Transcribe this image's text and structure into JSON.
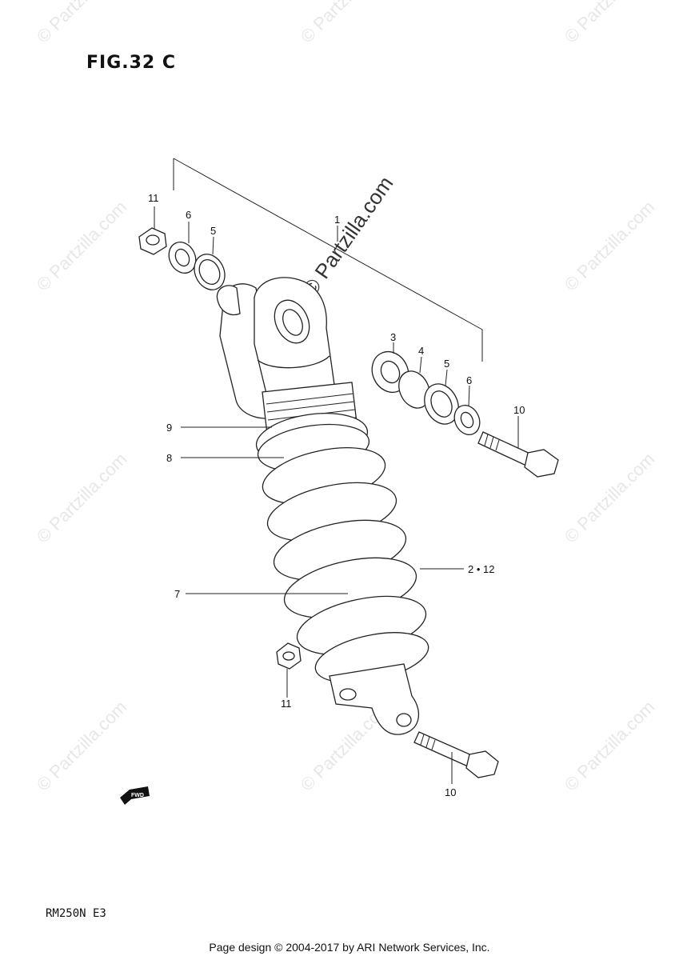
{
  "figure": {
    "title": "FIG.32 C"
  },
  "model_code": "RM250N E3",
  "footer": "Page design © 2004-2017 by ARI Network Services, Inc.",
  "watermark": "© Partzilla.com",
  "fwd_badge": "FWD",
  "callouts": [
    {
      "id": "1",
      "label": "1"
    },
    {
      "id": "2-12",
      "label": "2 • 12"
    },
    {
      "id": "3",
      "label": "3"
    },
    {
      "id": "4",
      "label": "4"
    },
    {
      "id": "5a",
      "label": "5"
    },
    {
      "id": "5b",
      "label": "5"
    },
    {
      "id": "6a",
      "label": "6"
    },
    {
      "id": "6b",
      "label": "6"
    },
    {
      "id": "7",
      "label": "7"
    },
    {
      "id": "8",
      "label": "8"
    },
    {
      "id": "9",
      "label": "9"
    },
    {
      "id": "10a",
      "label": "10"
    },
    {
      "id": "10b",
      "label": "10"
    },
    {
      "id": "11a",
      "label": "11"
    },
    {
      "id": "11b",
      "label": "11"
    }
  ]
}
